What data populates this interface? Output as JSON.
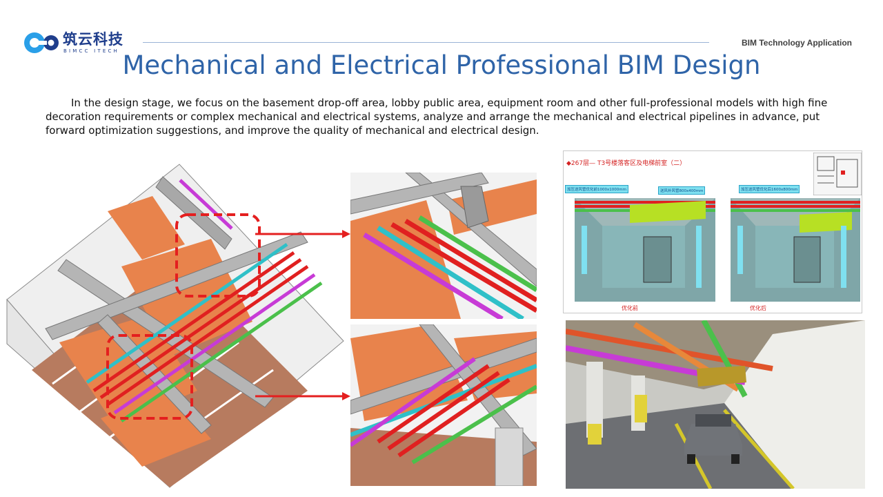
{
  "brand": {
    "logo_cn": "筑云科技",
    "logo_en": "BIMCC ITECH",
    "colors": {
      "brand_blue": "#1f3e8c",
      "accent_blue": "#2f64a8",
      "logo_cyan": "#2a9fe8"
    }
  },
  "header": {
    "tag": "BIM Technology Application"
  },
  "slide": {
    "title": "Mechanical and Electrical Professional BIM Design",
    "intro": "In the design stage, we focus on the basement drop-off area, lobby public area, equipment room and other full-professional models with high fine decoration requirements or complex mechanical and electrical systems, analyze and arrange the mechanical and electrical pipelines in advance, put forward optimization suggestions, and improve the quality of mechanical and electrical design."
  },
  "comparison_panel": {
    "heading": "◆267层— T3号楼落客区及电梯前室（二）",
    "label_before": "优化前",
    "label_after": "优化后",
    "left_callouts": [
      "加压送风管优化前1000x1000mm",
      "送风补风管800x400mm"
    ],
    "right_callouts": [
      "加压送风管优化后1600x800mm"
    ]
  },
  "images": {
    "iso_model": "MEP isometric model",
    "detail_top": "Detail view top",
    "detail_bottom": "Detail view bottom",
    "render_view": "Basement rendering"
  }
}
